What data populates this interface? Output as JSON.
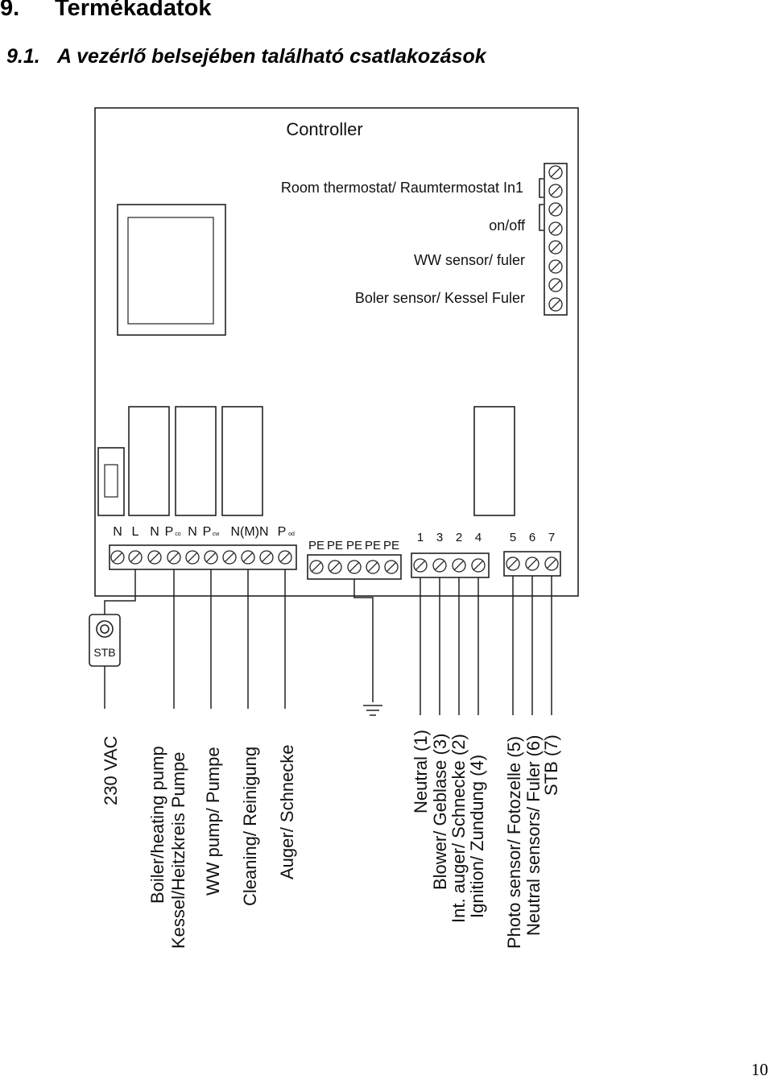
{
  "heading": {
    "number": "9.",
    "title": "Termékadatok"
  },
  "subheading": {
    "number": "9.1.",
    "title": "A vezérlő belsejében található csatlakozások"
  },
  "page_number": "10",
  "diagram": {
    "controller_label": "Controller",
    "top_labels": {
      "room_thermostat": "Room thermostat/ Raumtermostat In1",
      "on_off": "on/off",
      "ww_sensor": "WW sensor/ fuler",
      "boiler_sensor": "Boler sensor/ Kessel Fuler"
    },
    "terminal_labels": {
      "n1": "N",
      "l": "L",
      "n2": "N",
      "p_co": "P",
      "p_co_sub": "co",
      "n3": "N",
      "p_cw": "P",
      "p_cw_sub": "cw",
      "n_m": "N(M)N",
      "p_od": "P",
      "p_od_sub": "od",
      "pe": [
        "PE",
        "PE",
        "PE",
        "PE",
        "PE"
      ],
      "g1": [
        "1",
        "3",
        "2",
        "4"
      ],
      "g2": [
        "5",
        "6",
        "7"
      ]
    },
    "stb_label": "STB",
    "wire_labels": {
      "vac": "230 VAC",
      "boiler_1": "Boiler/heating pump",
      "boiler_2": "Kessel/Heitzkreis Pumpe",
      "ww_pump": "WW pump/ Pumpe",
      "cleaning": "Cleaning/ Reinigung",
      "auger": "Auger/ Schnecke",
      "neutral": "Neutral (1)",
      "blower": "Blower/ Geblase (3)",
      "int_auger": "Int. auger/ Schnecke (2)",
      "ignition": "Ignition/ Zundung (4)",
      "photo": "Photo sensor/ Fotozelle (5)",
      "neutral_sensors": "Neutral sensors/ Fuler (6)",
      "stb_wire": "STB (7)"
    }
  }
}
